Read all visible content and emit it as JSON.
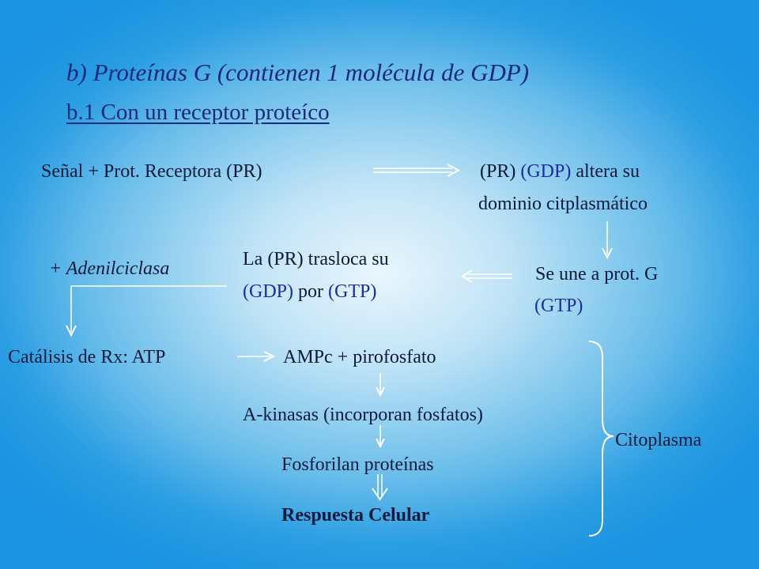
{
  "title": "b)  Proteínas G (contienen 1 molécula de GDP)",
  "subtitle": "b.1 Con un receptor  proteíco",
  "row1": {
    "left": "Señal  +  Prot. Receptora (PR)",
    "right_pr": "(PR)",
    "right_gdp": "(GDP)",
    "right_rest": "altera su",
    "right_line2": "dominio   citplasmático"
  },
  "row2": {
    "adenil": "+ Adenilciclasa",
    "middle_line1": "La (PR) trasloca su",
    "middle_gdp": "(GDP)",
    "middle_por": "por",
    "middle_gtp": "(GTP)",
    "right_line1": "Se une a prot. G",
    "right_gtp": "(GTP)"
  },
  "row3": {
    "catalisis": "Catálisis de Rx:  ATP",
    "ampc": "AMPc + pirofosfato"
  },
  "kinasas": "A-kinasas  (incorporan fosfatos)",
  "fosforilan": "Fosforilan proteínas",
  "respuesta": "Respuesta Celular",
  "citoplasma": "Citoplasma",
  "colors": {
    "text": "#0b1a3a",
    "accent_blue": "#1a2ea0",
    "arrow": "#ffffff"
  }
}
